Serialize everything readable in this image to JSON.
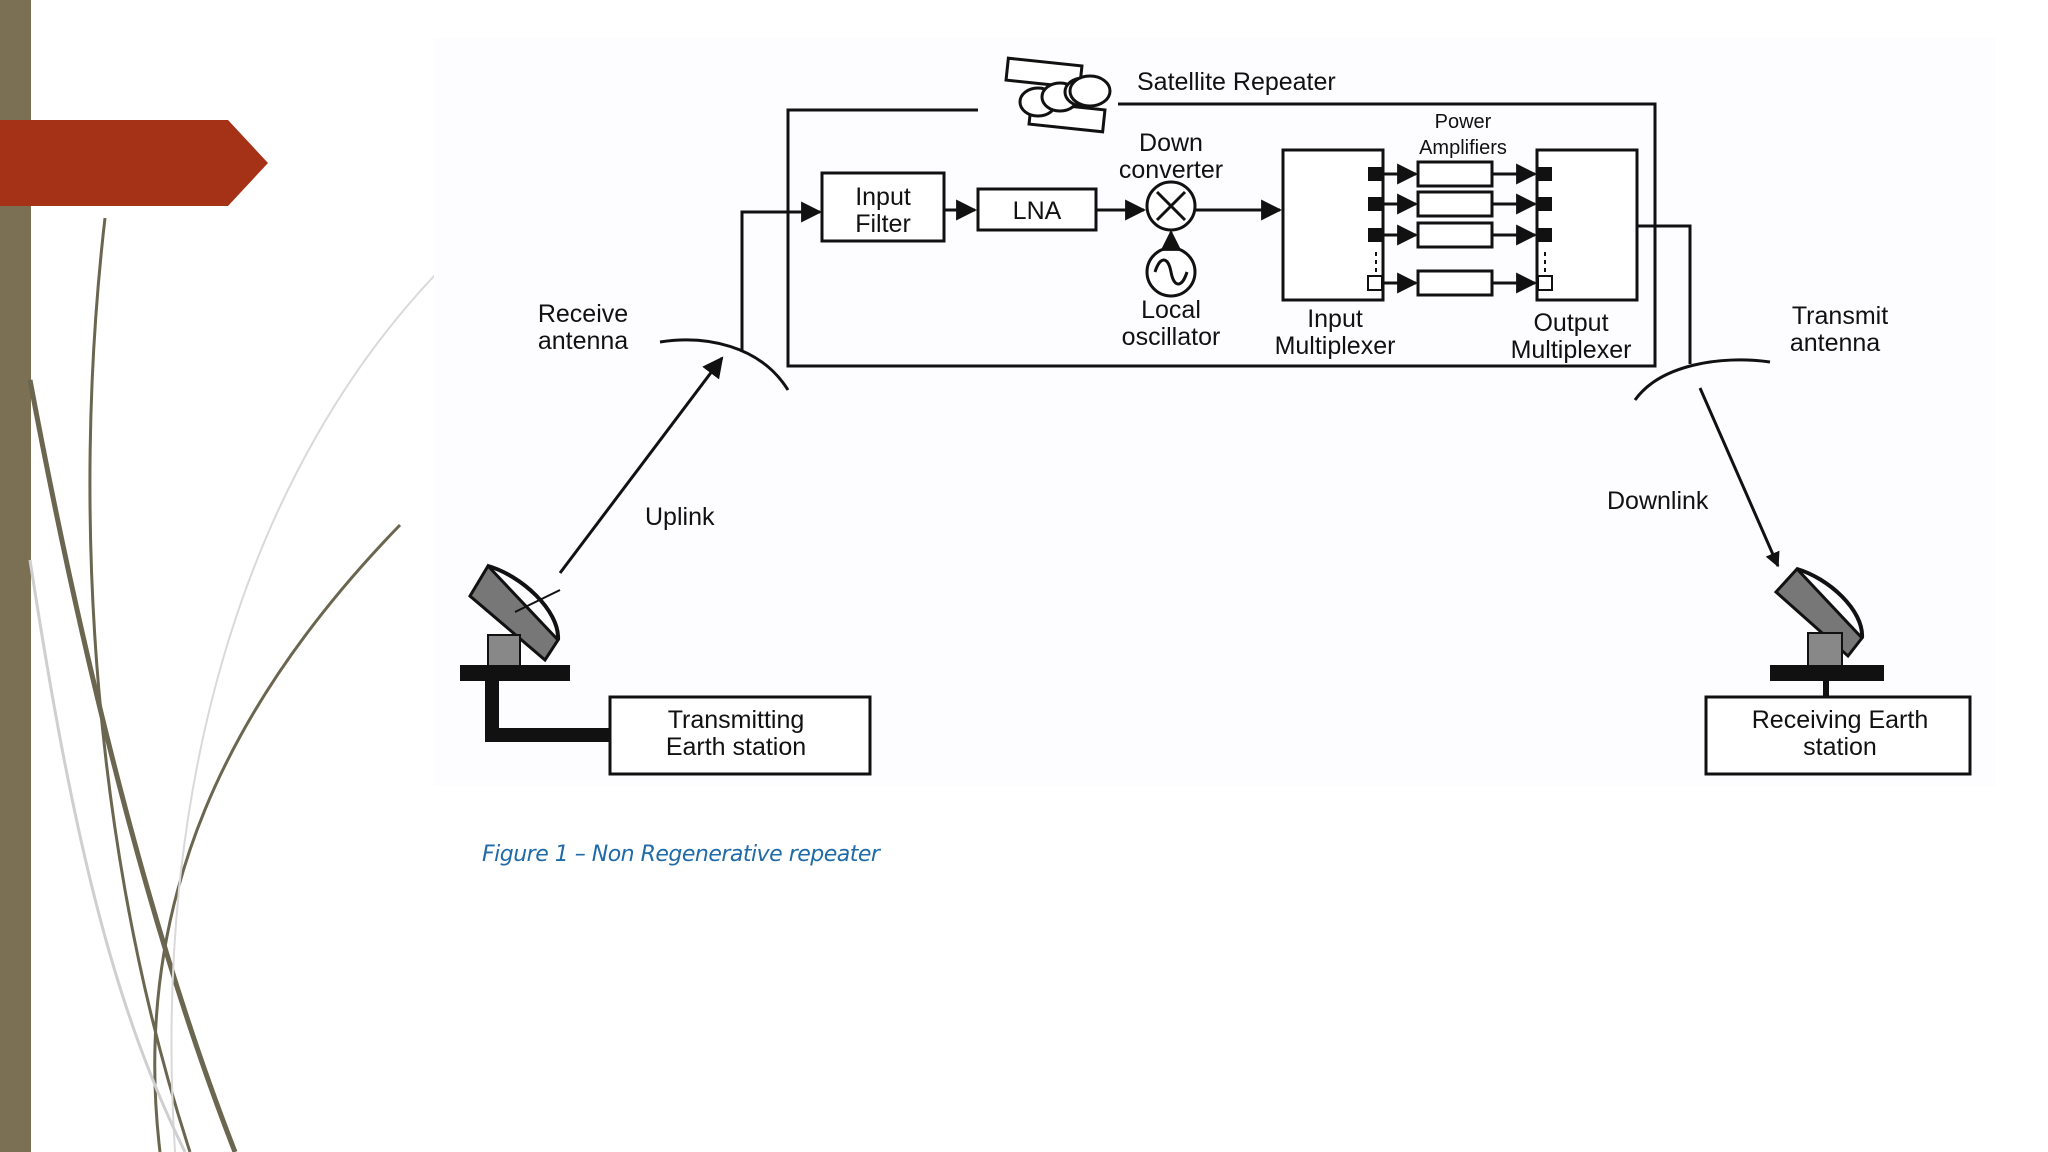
{
  "slide": {
    "colors": {
      "left_bar": "#7b7053",
      "accent_tab": "#a53217",
      "decor_curve": "#6b6650",
      "caption": "#1f6aa8"
    }
  },
  "figure": {
    "caption": "Figure 1 – Non Regenerative repeater",
    "labels": {
      "satellite_repeater": "Satellite Repeater",
      "input_filter_1": "Input",
      "input_filter_2": "Filter",
      "lna": "LNA",
      "down_converter_1": "Down",
      "down_converter_2": "converter",
      "local_oscillator_1": "Local",
      "local_oscillator_2": "oscillator",
      "power_amplifiers_1": "Power",
      "power_amplifiers_2": "Amplifiers",
      "input_multiplexer_1": "Input",
      "input_multiplexer_2": "Multiplexer",
      "output_multiplexer_1": "Output",
      "output_multiplexer_2": "Multiplexer",
      "receive_antenna_1": "Receive",
      "receive_antenna_2": "antenna",
      "transmit_antenna_1": "Transmit",
      "transmit_antenna_2": "antenna",
      "uplink": "Uplink",
      "downlink": "Downlink",
      "transmitting_station_1": "Transmitting",
      "transmitting_station_2": "Earth station",
      "receiving_station_1": "Receiving Earth",
      "receiving_station_2": "station"
    },
    "icons": [
      "satellite-icon",
      "transmit-dish-icon",
      "receive-dish-icon",
      "mixer-icon",
      "oscillator-icon"
    ]
  }
}
